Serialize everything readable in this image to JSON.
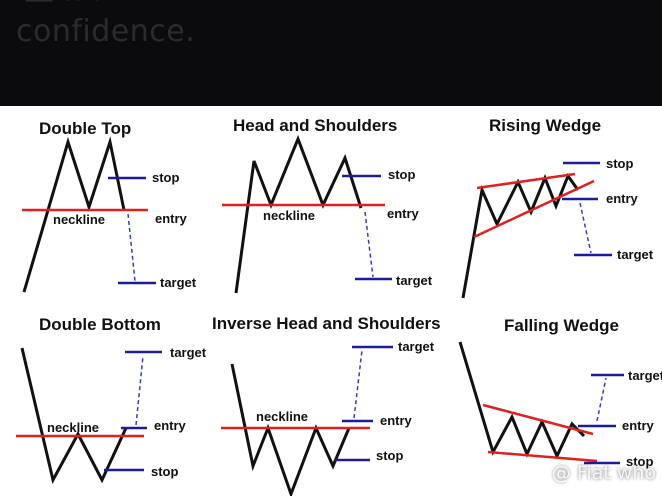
{
  "header": {
    "caption": "confidence.",
    "fragment": "— ·· ·"
  },
  "panels": [
    {
      "title": "Double Top",
      "labels": {
        "stop": "stop",
        "entry": "entry",
        "target": "target",
        "neckline": "neckline"
      }
    },
    {
      "title": "Head and Shoulders",
      "labels": {
        "stop": "stop",
        "entry": "entry",
        "target": "target",
        "neckline": "neckline"
      }
    },
    {
      "title": "Rising Wedge",
      "labels": {
        "stop": "stop",
        "entry": "entry",
        "target": "target"
      }
    },
    {
      "title": "Double Bottom",
      "labels": {
        "target": "target",
        "entry": "entry",
        "stop": "stop",
        "neckline": "neckline"
      }
    },
    {
      "title": "Inverse Head and Shoulders",
      "labels": {
        "target": "target",
        "entry": "entry",
        "stop": "stop",
        "neckline": "neckline"
      }
    },
    {
      "title": "Falling Wedge",
      "labels": {
        "target": "target",
        "entry": "entry",
        "stop": "stop"
      }
    }
  ],
  "watermark": "@ Fiat who",
  "colors": {
    "price": "#111111",
    "neckline": "#e02020",
    "level": "#1c1c9a",
    "dash": "#3a3ac0"
  }
}
